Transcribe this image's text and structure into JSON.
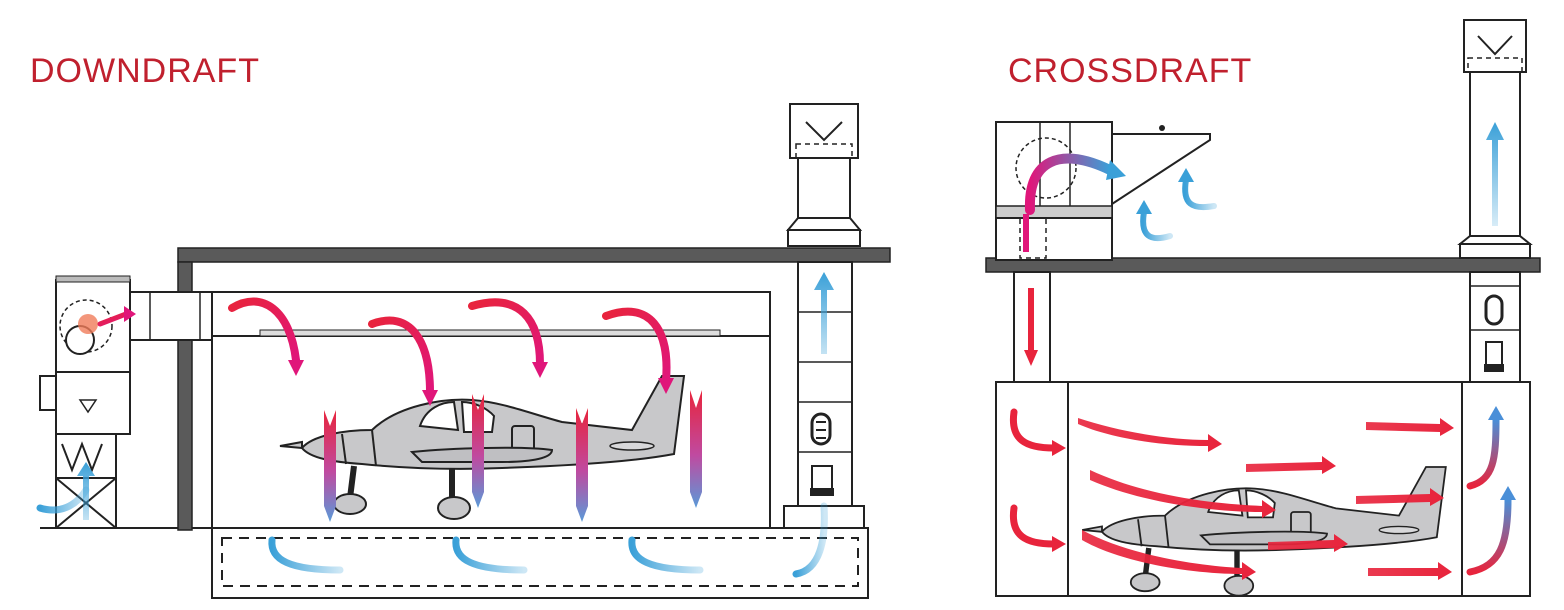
{
  "titles": {
    "downdraft": "DOWNDRAFT",
    "crossdraft": "CROSSDRAFT"
  },
  "colors": {
    "title": "#c0202e",
    "hot_air": "#e8243c",
    "hot_air_alt": "#e0167a",
    "exhaust_air": "#3aa0d8",
    "aircraft": "#c8c8ca",
    "structure": "#555555",
    "line": "#222222"
  },
  "icons": {
    "air_handler": "air-handler-icon",
    "exhaust_stack": "exhaust-stack-icon",
    "aircraft": "aircraft-icon",
    "supply_arrow": "supply-air-arrow",
    "exhaust_arrow": "exhaust-air-arrow"
  }
}
